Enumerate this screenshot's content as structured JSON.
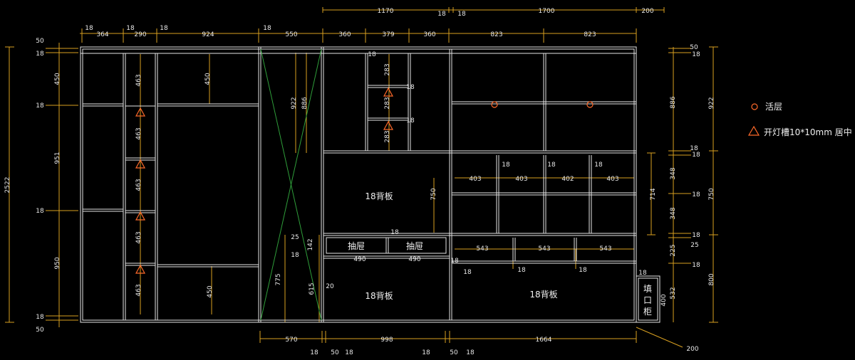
{
  "colors": {
    "background": "#000000",
    "frame": "#e6e6e6",
    "dimension": "#d9a020",
    "diagonal": "#2f9e3a",
    "marker": "#ff6a2a",
    "text": "#f0f0f0"
  },
  "top_dims_upper": [
    "1170",
    "18",
    "18",
    "1700",
    "200"
  ],
  "top_dims_lower": [
    "18",
    "364",
    "18",
    "290",
    "18",
    "924",
    "18",
    "550",
    "360",
    "379",
    "360",
    "823",
    "823"
  ],
  "left_dims": [
    "50",
    "18",
    "450",
    "18",
    "951",
    "18",
    "950",
    "18",
    "50"
  ],
  "left_total": "2522",
  "right_dims_inner": [
    "50",
    "18",
    "886",
    "18",
    "18",
    "348",
    "18",
    "348",
    "18",
    "225",
    "25",
    "18",
    "532",
    "400"
  ],
  "right_dims_outer": [
    "922",
    "750",
    "800"
  ],
  "right_714": "714",
  "bottom_dims": [
    "570",
    "998",
    "1664",
    "18",
    "50",
    "18",
    "18",
    "50",
    "18",
    "200"
  ],
  "left_cabinet": {
    "slot_dims": [
      "463",
      "463",
      "463",
      "463",
      "463"
    ],
    "inner_dims": [
      "450",
      "450"
    ]
  },
  "middle_dims": [
    "922",
    "886",
    "25",
    "142",
    "18",
    "775",
    "615",
    "20"
  ],
  "upper_shelf_dims": [
    "18",
    "283",
    "18",
    "283",
    "18",
    "283"
  ],
  "back_panel_label": "18背板",
  "drawer_label": "抽屉",
  "drawer_dims": [
    "490",
    "490",
    "18",
    "750",
    "18"
  ],
  "right_grid_dims": [
    "403",
    "403",
    "402",
    "403",
    "18",
    "18",
    "18"
  ],
  "right_drawer_dims": [
    "543",
    "543",
    "543",
    "18",
    "18",
    "18"
  ],
  "filler_label": [
    "填",
    "口",
    "柜"
  ],
  "filler_dim": "18",
  "legend": {
    "active_shelf": "活层",
    "light_slot": "开灯槽10*10mm 居中"
  }
}
